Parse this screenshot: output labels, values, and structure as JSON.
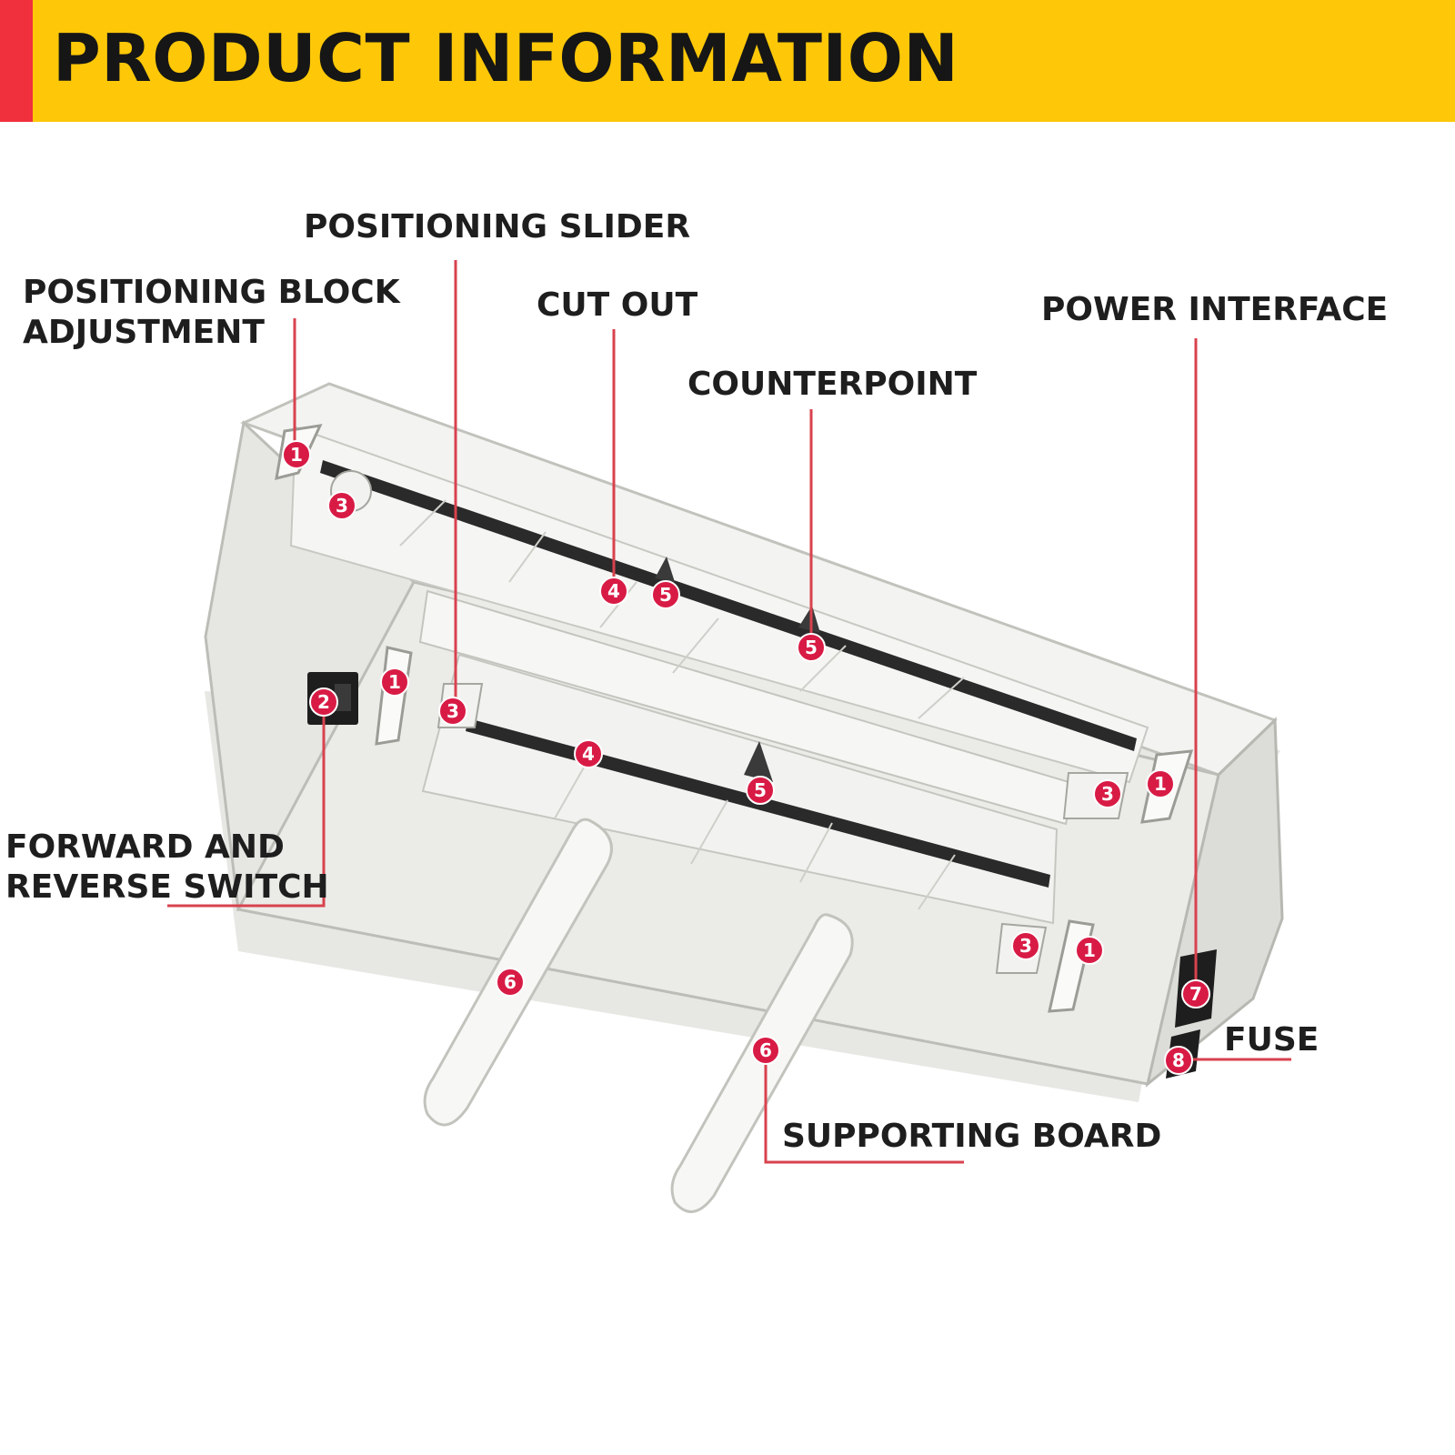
{
  "header": {
    "title": "PRODUCT INFORMATION",
    "background_color": "#fec808",
    "accent_color": "#f0303c"
  },
  "callouts": {
    "positioning_slider": "POSITIONING SLIDER",
    "positioning_block_adjustment_line1": "POSITIONING BLOCK",
    "positioning_block_adjustment_line2": "ADJUSTMENT",
    "cut_out": "CUT OUT",
    "counterpoint": "COUNTERPOINT",
    "power_interface": "POWER INTERFACE",
    "forward_reverse_switch_line1": "FORWARD AND",
    "forward_reverse_switch_line2": "REVERSE SWITCH",
    "fuse": "FUSE",
    "supporting_board": "SUPPORTING BOARD"
  },
  "markers": {
    "positioning_block": "1",
    "switch": "2",
    "positioning_slider": "3",
    "cut_out": "4",
    "counterpoint": "5",
    "supporting_board": "6",
    "power_interface": "7",
    "fuse": "8"
  },
  "colors": {
    "marker": "#d81b45",
    "leader_line": "#d8424e",
    "machine_body": "#ececea",
    "machine_shadow": "#c9c9c6",
    "slot": "#2a2a2a"
  }
}
